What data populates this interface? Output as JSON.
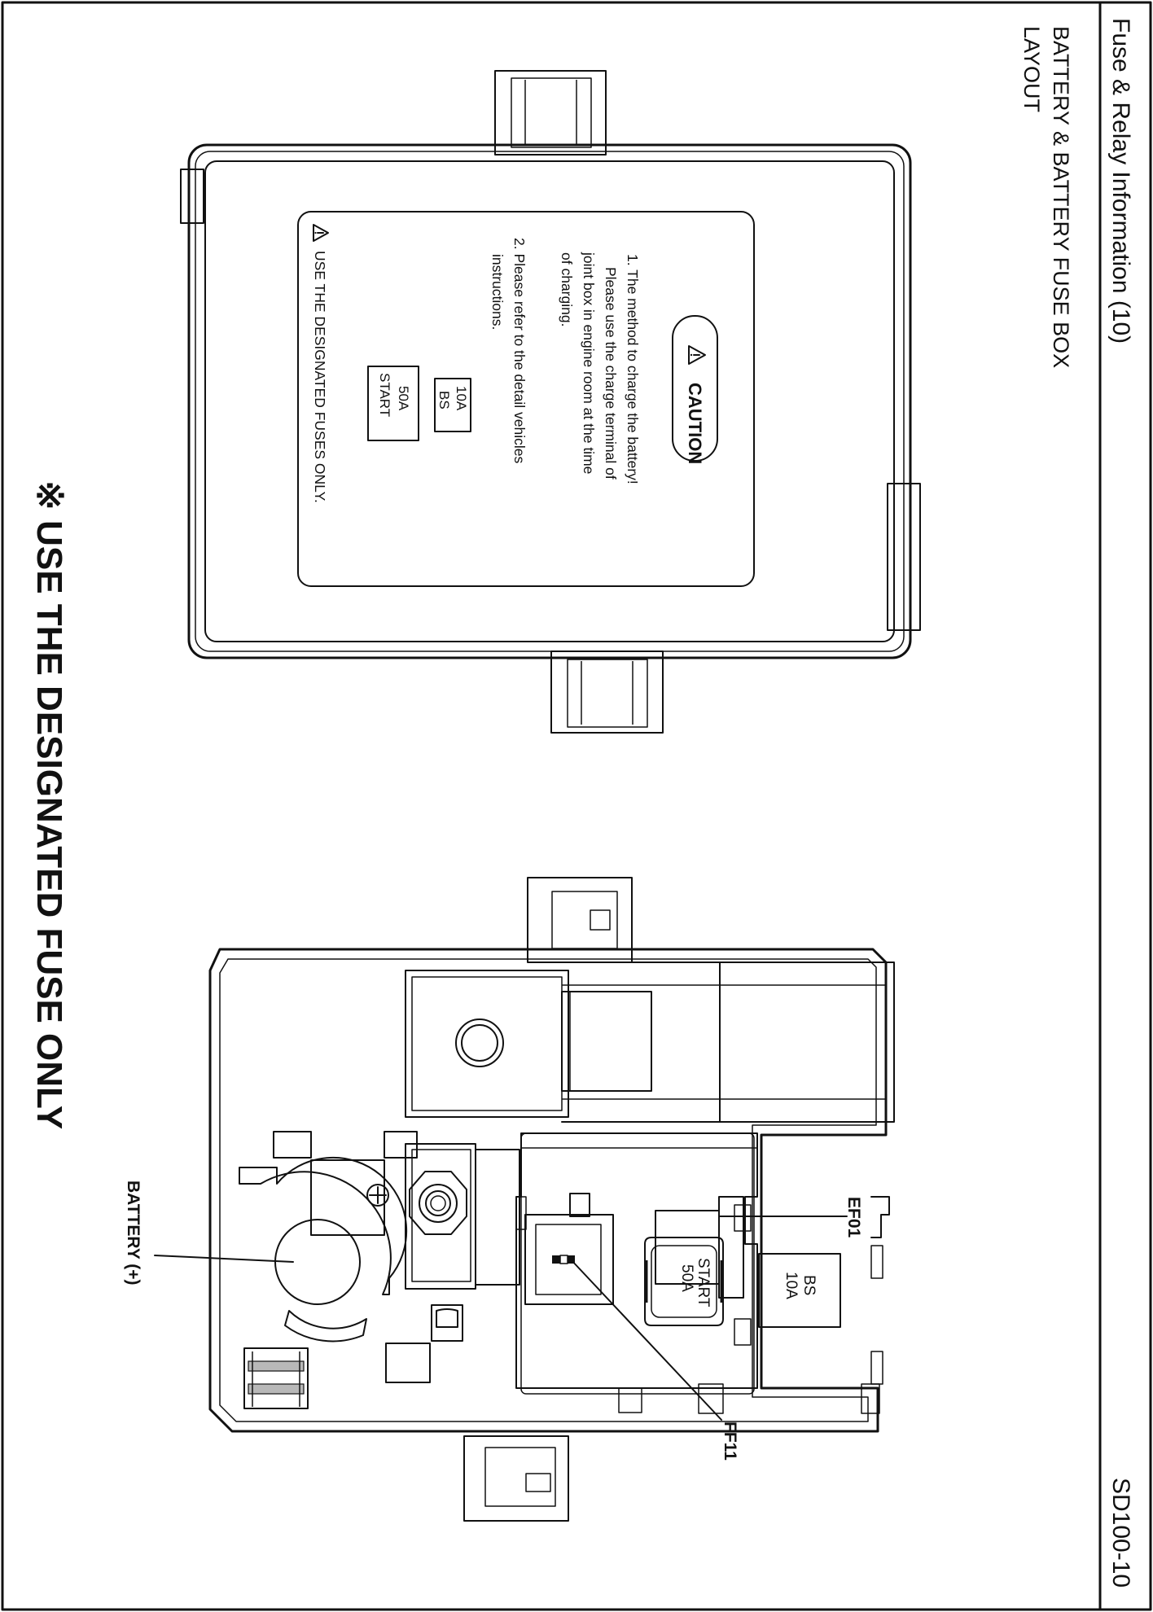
{
  "header": {
    "section_title": "Fuse & Relay Information   (10)",
    "page_code": "SD100-10"
  },
  "diagram": {
    "title_line1": "BATTERY & BATTERY FUSE BOX",
    "title_line2": "LAYOUT"
  },
  "cover_label": {
    "caution": "CAUTION",
    "instruction_1_lines": [
      "1. The method to charge the battery!",
      "Please use the charge terminal of",
      "joint box in engine room at the time",
      "of charging."
    ],
    "instruction_2_lines": [
      "2. Please refer to the detail vehicles",
      "instructions."
    ],
    "fuse_small": {
      "amp": "10A",
      "name": "BS"
    },
    "fuse_large": {
      "amp": "50A",
      "name": "START"
    },
    "warning": "USE THE DESIGNATED FUSES ONLY."
  },
  "fuse_box": {
    "labels": {
      "ef01": "EF01",
      "ff11": "FF11",
      "battery": "BATTERY (+)"
    },
    "fuse_bs": {
      "name": "BS",
      "amp": "10A"
    },
    "fuse_start": {
      "name": "START",
      "amp": "50A"
    }
  },
  "notice": "※ USE THE DESIGNATED FUSE ONLY",
  "icons": [
    "warning-triangle-icon"
  ],
  "colors": {
    "ink": "#111111",
    "paper": "#ffffff",
    "fill_gray": "#b8b8b8"
  }
}
